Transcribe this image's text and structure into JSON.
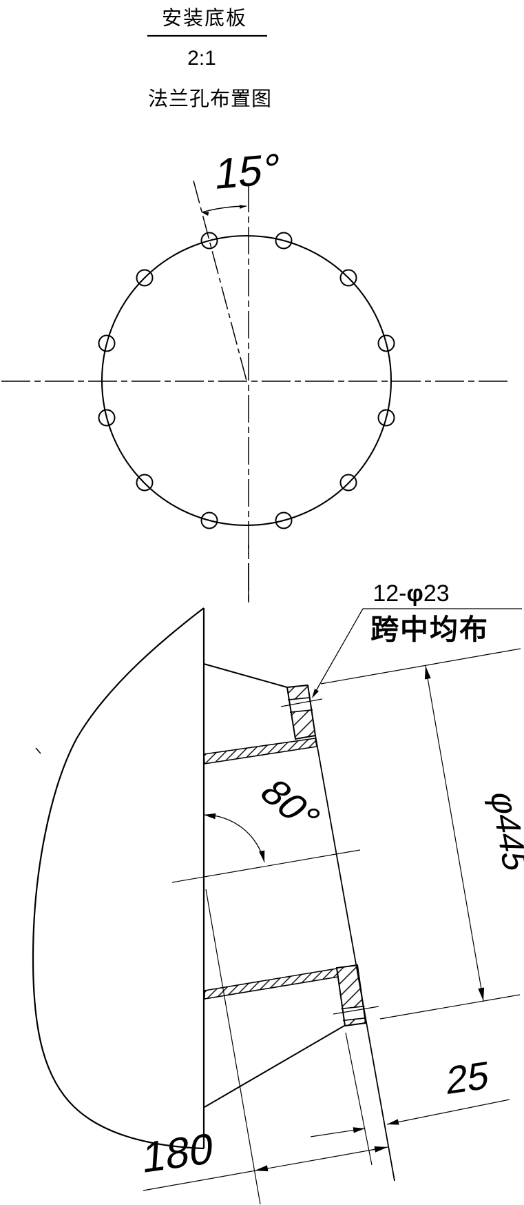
{
  "header": {
    "title": "安装底板",
    "scale": "2:1",
    "subtitle": "法兰孔布置图"
  },
  "flange_layout": {
    "hole_offset_angle": "15°",
    "hole_count_on_circle": 12
  },
  "section": {
    "holes_note_count": "12-",
    "holes_note_dia_symbol": "φ",
    "holes_note_dia": "23",
    "holes_note_distribution": "跨中均布",
    "bolt_circle_diameter": "φ445",
    "cone_angle": "80°",
    "flange_height": "180",
    "plate_thickness": "25"
  },
  "colors": {
    "line": "#000000",
    "background": "#ffffff"
  }
}
